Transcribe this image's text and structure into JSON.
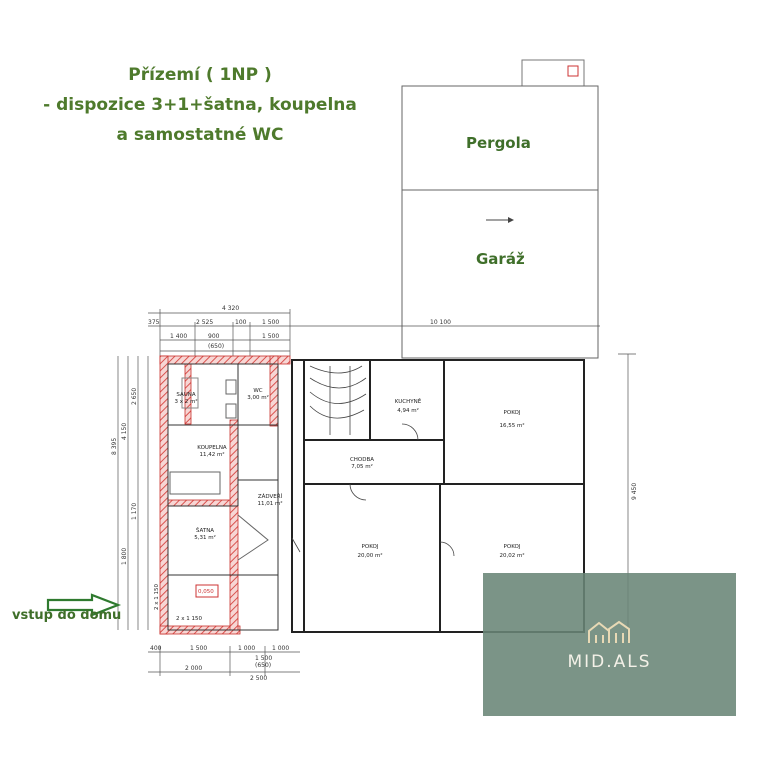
{
  "heading": {
    "line1": "Přízemí ( 1NP )",
    "line2": "- dispozice 3+1+šatna, koupelna",
    "line3": "a samostatné WC"
  },
  "labels": {
    "pergola": "Pergola",
    "garage": "Garáž",
    "entry": "vstup do domu"
  },
  "rooms": [
    {
      "name": "SAUNA",
      "area": "3 x 2 m²"
    },
    {
      "name": "WC",
      "area": "3,00 m²"
    },
    {
      "name": "KOUPELNA",
      "area": "11,42 m²"
    },
    {
      "name": "ZÁDVEŘÍ",
      "area": "11,01 m²"
    },
    {
      "name": "ŠATNA",
      "area": "5,31 m²"
    },
    {
      "name": "KUCHYNĚ",
      "area": "4,94 m²"
    },
    {
      "name": "POKOJ",
      "area": "16,55 m²"
    },
    {
      "name": "CHODBA",
      "area": "7,05 m²"
    },
    {
      "name": "POKOJ",
      "area": "20,00 m²"
    },
    {
      "name": "POKOJ",
      "area": "20,02 m²"
    }
  ],
  "dimensions": {
    "top_total": "4 320",
    "top_segments": [
      "375",
      "2 525",
      "100",
      "1 500",
      "10 100"
    ],
    "top_doors": [
      "1 400",
      "900",
      "1 500",
      "(650)"
    ],
    "right_total": "9 450",
    "bottom_segments": [
      "400",
      "1 500",
      "1 000",
      "1 000"
    ],
    "bottom_totals": [
      "2 000",
      "2 500"
    ],
    "bottom_door": "1 500",
    "bottom_door_sub": "(650)",
    "window_a": "2 x 1 150",
    "window_b": "2 x 1 150",
    "window_c": "0,050",
    "left_dims": [
      "8 395",
      "4 150",
      "2 650",
      "1 170",
      "1 800"
    ]
  },
  "watermark": {
    "brand": "MID.ALS"
  },
  "colors": {
    "heading": "#4e7a2c",
    "label": "#3f6f2a",
    "hatch": "#d9534f",
    "watermark_bg": "#698576",
    "entry_arrow": "#2f7a2f"
  },
  "icons": [
    "entry-arrow-icon",
    "house-logo-icon"
  ]
}
